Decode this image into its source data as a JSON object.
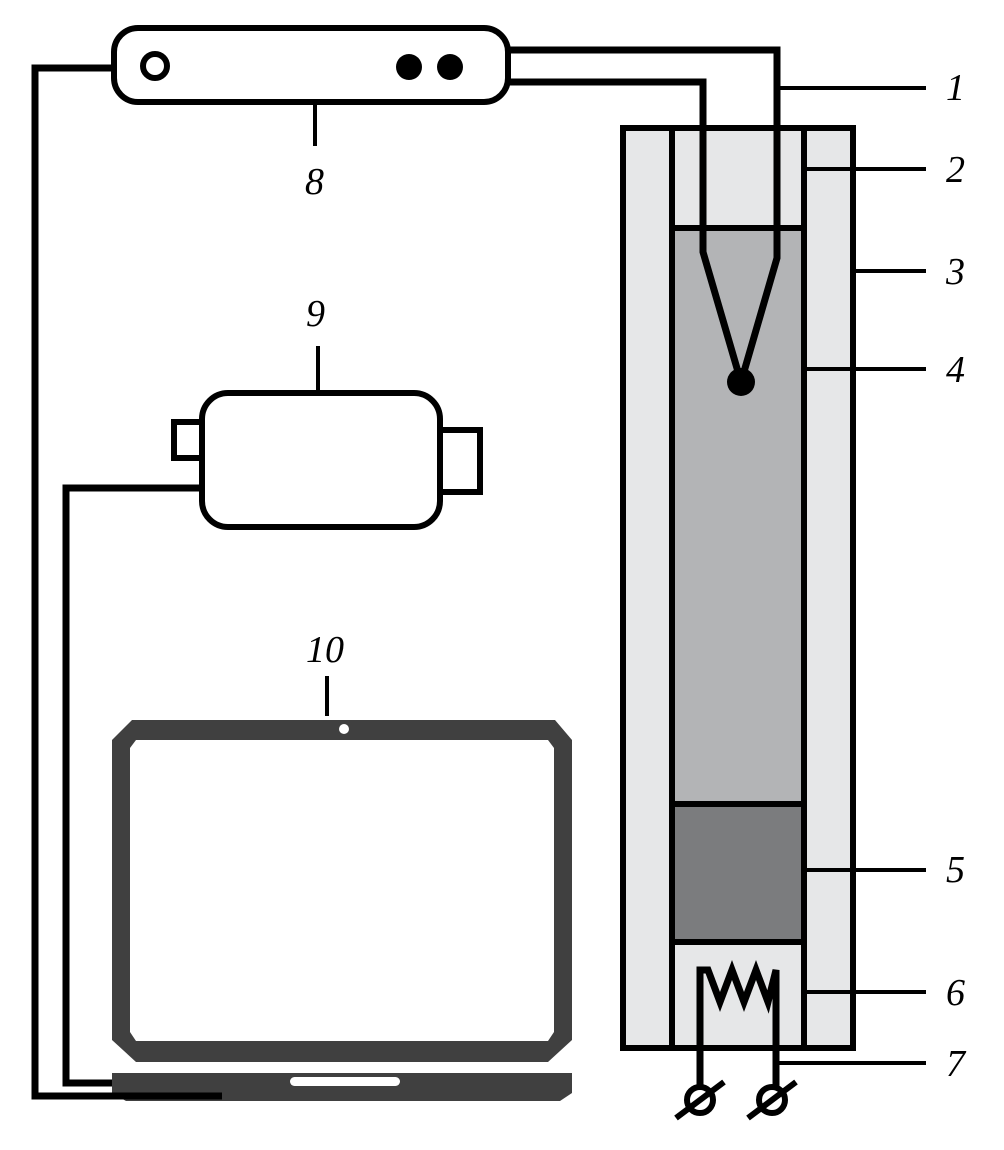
{
  "figure": {
    "type": "experimental setup schematic",
    "colors": {
      "background": "#ffffff",
      "line": "#000000",
      "jacket_fill": "#e6e7e8",
      "headspace_fill": "#e6e7e8",
      "sample_fill": "#b3b4b6",
      "block_fill": "#7b7c7e",
      "heater_chamber_fill": "#e6e7e8",
      "laptop": "#404040"
    }
  },
  "labels": {
    "l1": "1",
    "l2": "2",
    "l3": "3",
    "l4": "4",
    "l5": "5",
    "l6": "6",
    "l7": "7",
    "l8": "8",
    "l9": "9",
    "l10": "10"
  },
  "components": {
    "thermocouple": "1",
    "inner_tube": "2",
    "outer_jacket": "3",
    "sample": "4",
    "heating_block": "5",
    "heater_chamber": "6",
    "heater_terminals": "7",
    "data_logger": "8",
    "power_unit": "9",
    "laptop": "10"
  }
}
